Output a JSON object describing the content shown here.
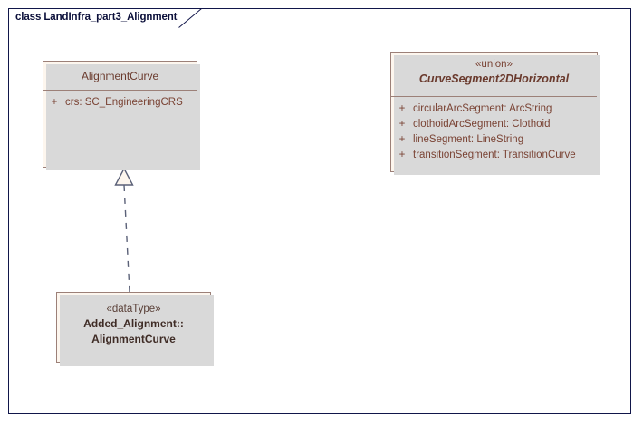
{
  "diagram": {
    "tab_label": "class LandInfra_part3_Alignment",
    "frame_border_color": "#11164a",
    "background_color": "#ffffff",
    "class_fill_color": "#fdf6ee",
    "class_border_color": "#9c8078",
    "class_text_color": "#7a4334",
    "shadow_color": "#d9d9d9",
    "connector_color": "#5b6178"
  },
  "classes": [
    {
      "id": "alignment-curve",
      "stereotype": "",
      "name": "AlignmentCurve",
      "name_style": "plain",
      "attributes": [
        {
          "visibility": "+",
          "text": "crs: SC_EngineeringCRS"
        }
      ]
    },
    {
      "id": "curve-segment-2d-horizontal",
      "stereotype": "«union»",
      "name": "CurveSegment2DHorizontal",
      "name_style": "bold-italic",
      "attributes": [
        {
          "visibility": "+",
          "text": "circularArcSegment: ArcString"
        },
        {
          "visibility": "+",
          "text": "clothoidArcSegment: Clothoid"
        },
        {
          "visibility": "+",
          "text": "lineSegment: LineString"
        },
        {
          "visibility": "+",
          "text": "transitionSegment: TransitionCurve"
        }
      ]
    },
    {
      "id": "added-alignment-alignment-curve",
      "stereotype": "«dataType»",
      "name_line1": "Added_Alignment::",
      "name_line2": "AlignmentCurve",
      "attributes": []
    }
  ],
  "connectors": [
    {
      "type": "realization",
      "from": "added-alignment-alignment-curve",
      "to": "alignment-curve",
      "line_style": "dashed",
      "target_marker": "hollow-triangle"
    }
  ]
}
